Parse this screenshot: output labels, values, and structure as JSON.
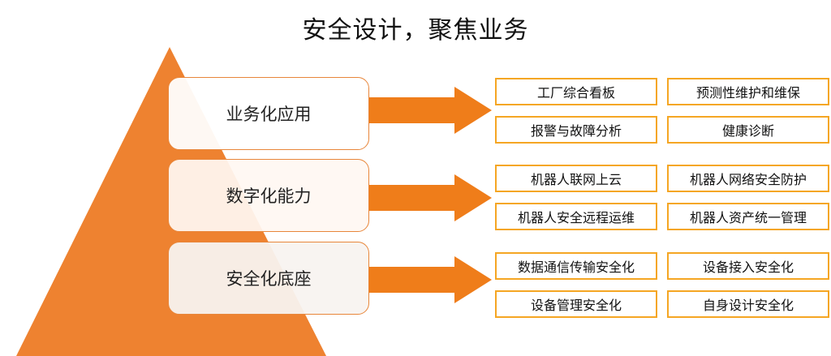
{
  "title": "安全设计，聚焦业务",
  "colors": {
    "pyramid": "#ee8230",
    "arrow": "#ef7d1a",
    "box_border": "#f5a623",
    "layer_border": "#e8863a"
  },
  "layers": [
    {
      "label": "业务化应用",
      "items": [
        "工厂综合看板",
        "预测性维护和维保",
        "报警与故障分析",
        "健康诊断"
      ]
    },
    {
      "label": "数字化能力",
      "items": [
        "机器人联网上云",
        "机器人网络安全防护",
        "机器人安全远程运维",
        "机器人资产统一管理"
      ]
    },
    {
      "label": "安全化底座",
      "items": [
        "数据通信传输安全化",
        "设备接入安全化",
        "设备管理安全化",
        "自身设计安全化"
      ]
    }
  ]
}
